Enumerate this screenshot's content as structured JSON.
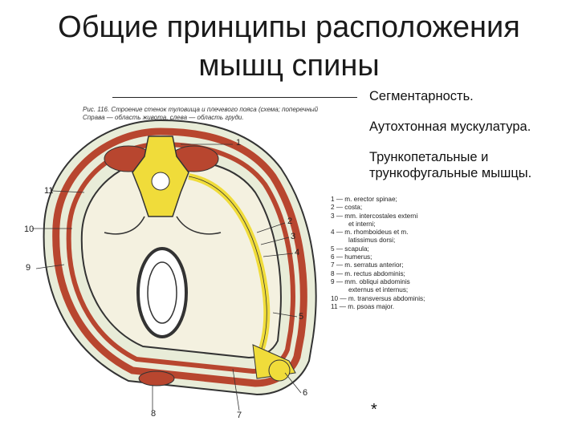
{
  "slide": {
    "title_line1": "Общие принципы расположения",
    "title_line2": "мышц спины",
    "bullets": [
      "Сегментарность.",
      "Аутохтонная мускулатура.",
      "Трункопетальные и трункофугальные мышцы."
    ],
    "footnote_mark": "*"
  },
  "figure": {
    "caption_line1": "Рис. 116. Строение стенок туловища и плечевого пояса (схема; поперечный",
    "caption_line2": "Справа — область живота, слева — область груди.",
    "labels": [
      "1",
      "2",
      "3",
      "4",
      "5",
      "6",
      "7",
      "8",
      "9",
      "10",
      "11"
    ],
    "legend": [
      "1 — m. erector spinae;",
      "2 — costa;",
      "3 — mm. intercostales externi",
      "et interni;",
      "4 — m. rhomboideus et m.",
      "latissimus dorsi;",
      "5 — scapula;",
      "6 — humerus;",
      "7 — m. serratus anterior;",
      "8 — m. rectus abdominis;",
      "9 — mm. obliqui abdominis",
      "externus et internus;",
      "10 — m. transversus abdominis;",
      "11 — m. psoas major."
    ],
    "colors": {
      "muscle": "#b8462f",
      "bone": "#f0dc3a",
      "skin": "#e8ecd8",
      "fascia": "#f4f1e0",
      "outline": "#333333"
    }
  }
}
